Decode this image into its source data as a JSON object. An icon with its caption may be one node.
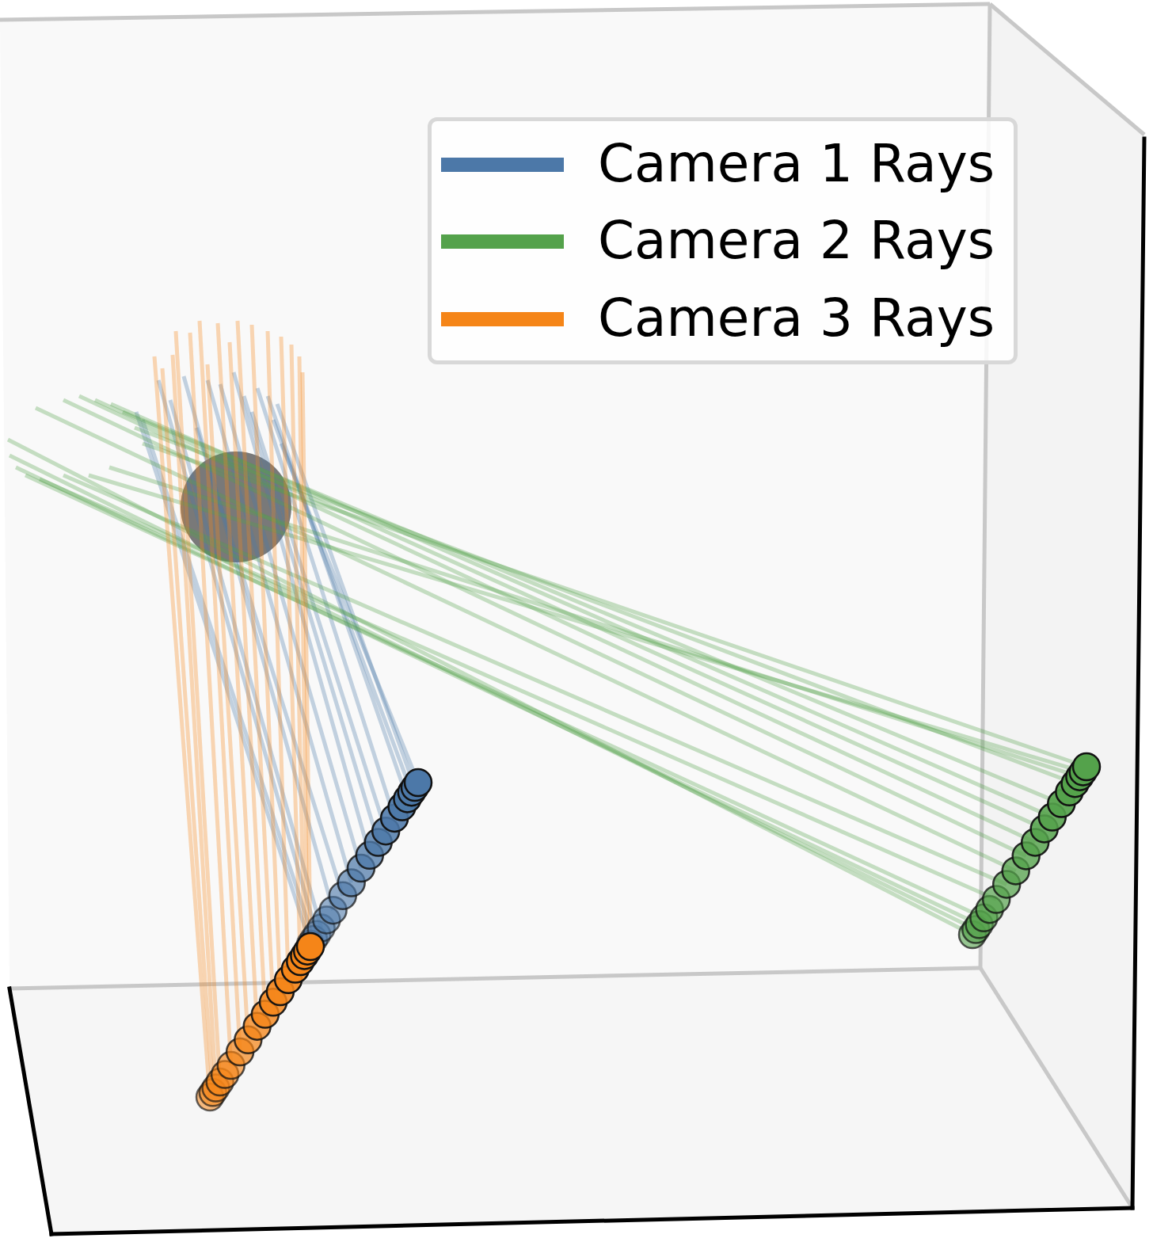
{
  "diagram": {
    "nodes": [
      {
        "text": [],
        "shape": "circle"
      }
    ],
    "legend": [
      {
        "text": "Camera 1 Rays",
        "color": "#4c78a8"
      },
      {
        "text": "Camera 2 Rays",
        "color": "#54a24b"
      },
      {
        "text": "Camera 3 Rays",
        "color": "#f58518"
      }
    ]
  }
}
